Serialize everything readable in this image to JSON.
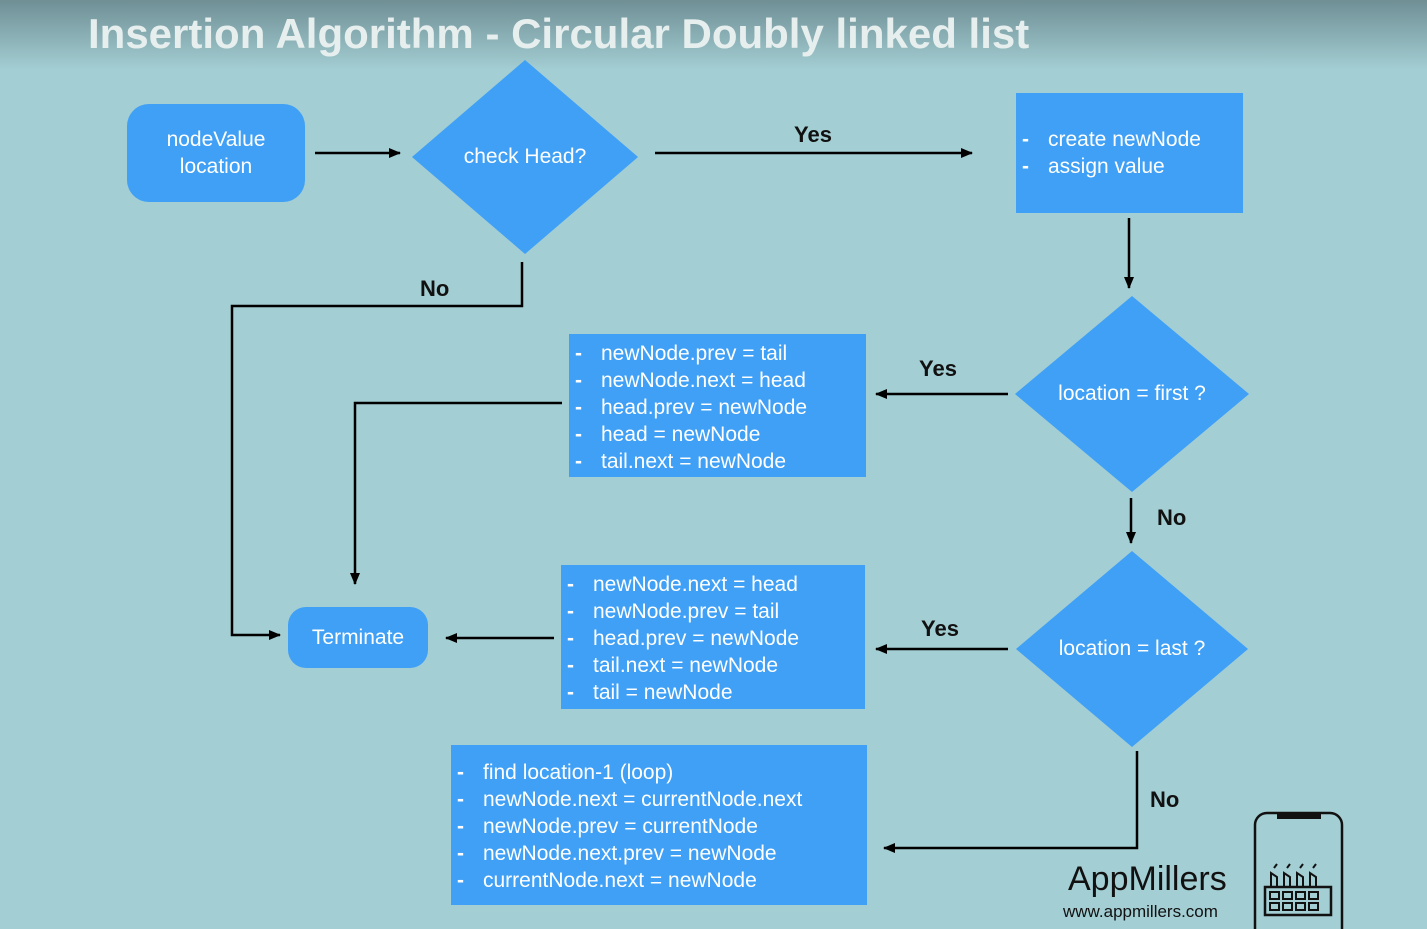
{
  "title": "Insertion Algorithm - Circular Doubly linked list",
  "nodes": {
    "start": {
      "line1": "nodeValue",
      "line2": "location"
    },
    "check_head": {
      "label": "check Head?"
    },
    "create_node": {
      "items": [
        "create newNode",
        "assign value"
      ]
    },
    "loc_first": {
      "label": "location = first ?"
    },
    "loc_last": {
      "label": "location = last ?"
    },
    "first_steps": {
      "items": [
        "newNode.prev = tail",
        "newNode.next = head",
        "head.prev = newNode",
        "head = newNode",
        "tail.next = newNode"
      ]
    },
    "last_steps": {
      "items": [
        "newNode.next = head",
        "newNode.prev = tail",
        "head.prev = newNode",
        "tail.next = newNode",
        "tail = newNode"
      ]
    },
    "middle_steps": {
      "items": [
        "find location-1 (loop)",
        "newNode.next = currentNode.next",
        "newNode.prev = currentNode",
        "newNode.next.prev = newNode",
        "currentNode.next = newNode"
      ]
    },
    "terminate": {
      "label": "Terminate"
    }
  },
  "edge_labels": {
    "head_yes": "Yes",
    "head_no": "No",
    "first_yes": "Yes",
    "first_no": "No",
    "last_yes": "Yes",
    "last_no": "No"
  },
  "bullet": "-",
  "brand": {
    "name": "AppMillers",
    "url": "www.appmillers.com"
  },
  "colors": {
    "node_fill": "#3fa0f6",
    "background": "#a3ced3",
    "line": "#000000"
  }
}
